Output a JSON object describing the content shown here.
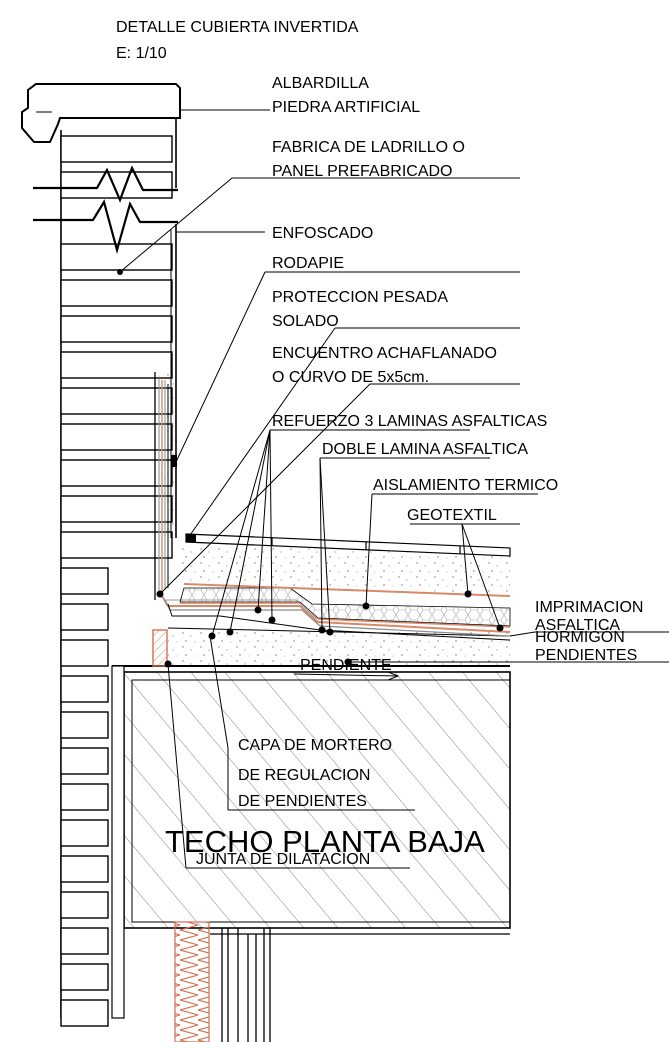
{
  "title": {
    "line1": "DETALLE CUBIERTA INVERTIDA",
    "line2": "E: 1/10"
  },
  "labels": {
    "albardilla_1": "ALBARDILLA",
    "albardilla_2": "PIEDRA ARTIFICIAL",
    "fabrica_1": "FABRICA DE LADRILLO O",
    "fabrica_2": "PANEL PREFABRICADO",
    "enfoscado": "ENFOSCADO",
    "rodapie": "RODAPIE",
    "proteccion_1": "PROTECCION PESADA",
    "proteccion_2": "SOLADO",
    "encuentro_1": "ENCUENTRO ACHAFLANADO",
    "encuentro_2": "O CURVO DE 5x5cm.",
    "refuerzo": "REFUERZO 3 LAMINAS ASFALTICAS",
    "doble": "DOBLE LAMINA ASFALTICA",
    "aislamiento": "AISLAMIENTO TERMICO",
    "geotextil": "GEOTEXTIL",
    "imprimacion_1": "IMPRIMACION",
    "imprimacion_2": "ASFALTICA",
    "hormigon_1": "HORMIGÓN",
    "hormigon_2": "PENDIENTES",
    "pendiente": "PENDIENTE",
    "mortero_1": "CAPA DE MORTERO",
    "mortero_2": "DE REGULACION",
    "mortero_3": "DE PENDIENTES",
    "junta": "JUNTA DE DILATACION",
    "techo": "TECHO PLANTA BAJA"
  },
  "colors": {
    "line": "#000000",
    "membrane": "#d9896a",
    "insulation_hatch": "#999999",
    "concrete_hatch": "#555555",
    "joint": "#d27050"
  }
}
